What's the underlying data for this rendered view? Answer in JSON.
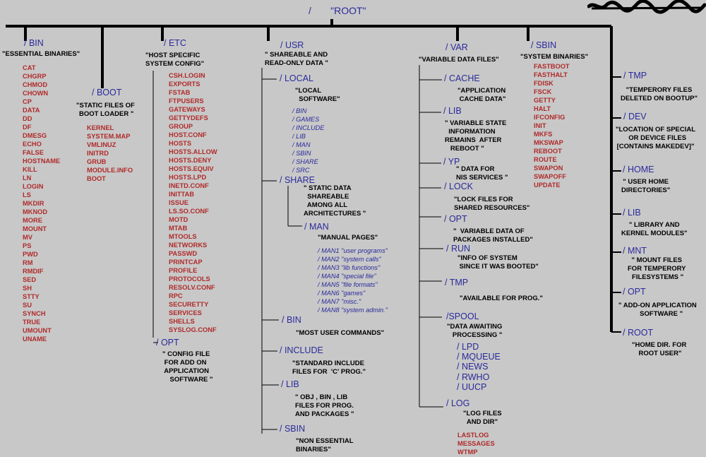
{
  "root": "/       \"ROOT\"",
  "signature": "handwritten signature",
  "nodes": {
    "bin": {
      "name": "/ BIN",
      "desc": "\"ESSENTIAL BINARIES\"",
      "items": [
        "CAT",
        "CHGRP",
        "CHMOD",
        "CHOWN",
        "CP",
        "DATA",
        "DD",
        "DF",
        "DMESG",
        "ECHO",
        "FALSE",
        "HOSTNAME",
        "KILL",
        "LN",
        "LOGIN",
        "LS",
        "MKDIR",
        "MKNOD",
        "MORE",
        "MOUNT",
        "MV",
        "PS",
        "PWD",
        "RM",
        "RMDIF",
        "SED",
        "SH",
        "STTY",
        "SU",
        "SYNCH",
        "TRUE",
        "UMOUNT",
        "UNAME"
      ]
    },
    "boot": {
      "name": "/ BOOT",
      "desc": "\"STATIC FILES OF\n BOOT LOADER \"",
      "items": [
        "KERNEL",
        "SYSTEM.MAP",
        "VMLINUZ",
        "INITRD",
        "GRUB",
        "MODULE.INFO",
        "BOOT"
      ]
    },
    "etc": {
      "name": "/ ETC",
      "desc": "\"HOST SPECIFIC\nSYSTEM CONFIG\"",
      "items": [
        "CSH.LOGIN",
        "EXPORTS",
        "FSTAB",
        "FTPUSERS",
        "GATEWAYS",
        "GETTYDEFS",
        "GROUP",
        "HOST.CONF",
        "HOSTS",
        "HOSTS.ALLOW",
        "HOSTS.DENY",
        "HOSTS.EQUIV",
        "HOSTS.LPD",
        "INETD.CONF",
        "INITTAB",
        "ISSUE",
        "LS.SO.CONF",
        "MOTD",
        "MTAB",
        "MTOOLS",
        "NETWORKS",
        "PASSWD",
        "PRINTCAP",
        "PROFILE",
        "PROTOCOLS",
        "RESOLV.CONF",
        "RPC",
        "SECURETTY",
        "SERVICES",
        "SHELLS",
        "SYSLOG.CONF"
      ],
      "opt": {
        "name": "/ OPT",
        "desc": "\" CONFIG FILE\n FOR ADD ON\n APPLICATION\n    SOFTWARE \""
      }
    },
    "usr": {
      "name": "/ USR",
      "desc": "\" SHAREABLE AND\nREAD-ONLY DATA \"",
      "local": {
        "name": "/ LOCAL",
        "desc": "\"LOCAL\n  SOFTWARE\"",
        "items": [
          "/ BIN",
          "/ GAMES",
          "/ INCLUDE",
          "/ LIB",
          "/ MAN",
          "/ SBIN",
          "/ SHARE",
          "/ SRC"
        ]
      },
      "share": {
        "name": "/ SHARE",
        "desc": "\" STATIC DATA\n  SHAREABLE\n  AMONG ALL\nARCHITECTURES \""
      },
      "man": {
        "name": "/ MAN",
        "desc": "\"MANUAL PAGES\"",
        "items": [
          "/ MAN1 \"user programs\"",
          "/ MAN2 \"system calls\"",
          "/ MAN3 \"lib functions\"",
          "/ MAN4 \"special file\"",
          "/ MAN5 \"file formats\"",
          "/ MAN6 \"games\"",
          "/ MAN7 \"misc.\"",
          "/ MAN8 \"system admin.\""
        ]
      },
      "bin": {
        "name": "/ BIN",
        "desc": "\"MOST USER COMMANDS\""
      },
      "include": {
        "name": "/ INCLUDE",
        "desc": "\"STANDARD INCLUDE\nFILES FOR  'C' PROG.\""
      },
      "lib": {
        "name": "/ LIB",
        "desc": "\" OBJ , BIN , LIB\nFILES FOR PROG.\nAND PACKAGES \""
      },
      "sbin": {
        "name": "/ SBIN",
        "desc": "\"NON ESSENTIAL\nBINARIES\""
      }
    },
    "var": {
      "name": "/ VAR",
      "desc": "\"VARIABLE DATA FILES\"",
      "cache": {
        "name": "/ CACHE",
        "desc": "\"APPLICATION\n CACHE DATA\""
      },
      "lib": {
        "name": "/ LIB",
        "desc": "\" VARIABLE STATE\n  INFORMATION\nREMAINS  AFTER\n   REBOOT \""
      },
      "yp": {
        "name": "/ YP",
        "desc": "\" DATA FOR\nNIS SERVICES \""
      },
      "lock": {
        "name": "/ LOCK",
        "desc": "\"LOCK FILES FOR\nSHARED RESOURCES\""
      },
      "opt": {
        "name": "/ OPT",
        "desc": "\"  VARIABLE DATA OF\nPACKAGES INSTALLED\""
      },
      "run": {
        "name": "/ RUN",
        "desc": "\"INFO OF SYSTEM\n SINCE IT WAS BOOTED\""
      },
      "tmp": {
        "name": "/ TMP",
        "desc": "\"AVAILABLE FOR PROG.\""
      },
      "spool": {
        "name": "/SPOOL",
        "desc": "\"DATA AWAITING\n   PROCESSING \"",
        "items": [
          "/ LPD",
          "/ MQUEUE",
          "/ NEWS",
          "/ RWHO",
          "/ UUCP"
        ]
      },
      "log": {
        "name": "/ LOG",
        "desc": "\"LOG FILES\n  AND DIR\"",
        "items": [
          "LASTLOG",
          "MESSAGES",
          "WTMP"
        ]
      }
    },
    "sbin": {
      "name": "/ SBIN",
      "desc": "\"SYSTEM BINARIES\"",
      "items": [
        "FASTBOOT",
        "FASTHALT",
        "FDISK",
        "FSCK",
        "GETTY",
        "HALT",
        "IFCONFIG",
        "INIT",
        "MKFS",
        "MKSWAP",
        "REBOOT",
        "ROUTE",
        "SWAPON",
        "SWAPOFF",
        "UPDATE"
      ]
    },
    "right": [
      {
        "name": "/ TMP",
        "desc": "\"TEMPERORY FILES\nDELETED ON BOOTUP\""
      },
      {
        "name": "/ DEV",
        "desc": "\"LOCATION OF SPECIAL\n  OR DEVICE FILES\n[CONTAINS MAKEDEV]\""
      },
      {
        "name": "/ HOME",
        "desc": "\" USER HOME\nDIRECTORIES\""
      },
      {
        "name": "/ LIB",
        "desc": "\" LIBRARY AND\nKERNEL MODULES\""
      },
      {
        "name": "/ MNT",
        "desc": "\" MOUNT FILES\nFOR TEMPERORY\n FILESYSTEMS \""
      },
      {
        "name": "/ OPT",
        "desc": "\" ADD-ON APPLICATION\n    SOFTWARE \""
      },
      {
        "name": "/ ROOT",
        "desc": "\"HOME DIR. FOR\n ROOT USER\""
      }
    ]
  },
  "colors": {
    "background": "#c8c8c8",
    "dir": "#2a2a9c",
    "file": "#b02a2a",
    "line": "#000000"
  }
}
